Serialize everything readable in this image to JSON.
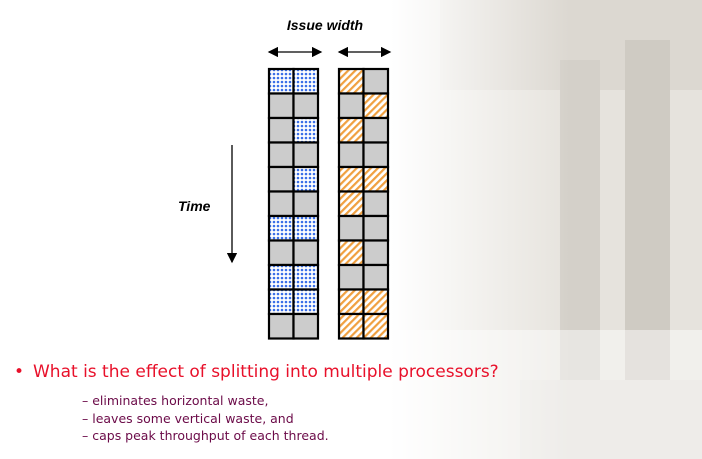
{
  "slide": {
    "issue_width_label": "Issue width",
    "time_label": "Time",
    "question": "What is the effect of splitting into multiple processors?",
    "bullet_char": "•",
    "points": [
      "– eliminates horizontal waste,",
      "– leaves some vertical waste, and",
      "– caps peak throughput of each thread."
    ]
  },
  "processors": [
    {
      "name": "processor-1",
      "pattern": "blue-dots",
      "rows": [
        [
          1,
          1
        ],
        [
          0,
          0
        ],
        [
          0,
          1
        ],
        [
          0,
          0
        ],
        [
          0,
          1
        ],
        [
          0,
          0
        ],
        [
          1,
          1
        ],
        [
          0,
          0
        ],
        [
          1,
          1
        ],
        [
          1,
          1
        ],
        [
          0,
          0
        ]
      ]
    },
    {
      "name": "processor-2",
      "pattern": "orange-hatch",
      "rows": [
        [
          1,
          0
        ],
        [
          0,
          1
        ],
        [
          1,
          0
        ],
        [
          0,
          0
        ],
        [
          1,
          1
        ],
        [
          1,
          0
        ],
        [
          0,
          0
        ],
        [
          1,
          0
        ],
        [
          0,
          0
        ],
        [
          1,
          1
        ],
        [
          1,
          1
        ]
      ]
    }
  ],
  "colors": {
    "idle_slot": "#cccccc",
    "grid_border": "#000000",
    "blue_dot": "#3a6fe8",
    "orange_hatch": "#f0a040",
    "question_text": "#e8102a",
    "point_text": "#6b0a48"
  }
}
